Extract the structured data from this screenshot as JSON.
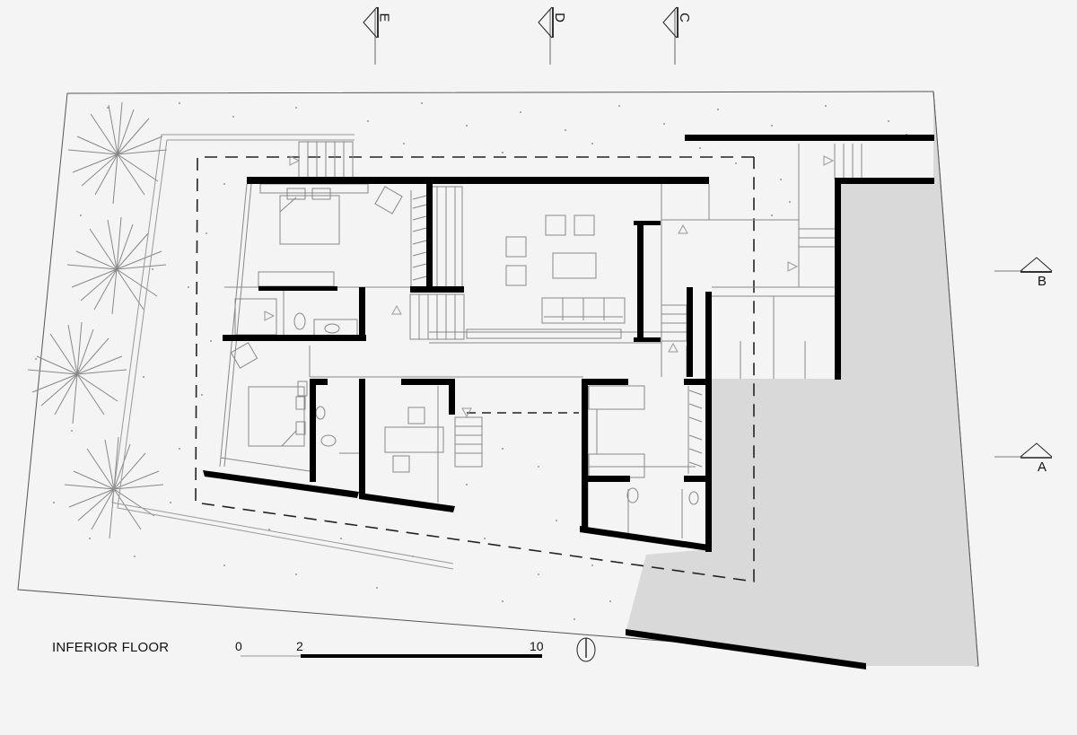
{
  "drawing": {
    "title": "INFERIOR FLOOR",
    "type": "architectural floor plan",
    "colors": {
      "background": "#f4f4f4",
      "wall": "#000000",
      "thin_line": "#8a8a8a",
      "terrain_shade": "#d9d9d9",
      "dash_line": "#222222"
    }
  },
  "scale_bar": {
    "ticks": [
      "0",
      "2",
      "10"
    ]
  },
  "north_arrow": {
    "icon": "north-arrow-icon"
  },
  "section_markers": {
    "top": [
      {
        "label": "E",
        "icon": "section-marker-icon"
      },
      {
        "label": "D",
        "icon": "section-marker-icon"
      },
      {
        "label": "C",
        "icon": "section-marker-icon"
      }
    ],
    "right": [
      {
        "label": "B",
        "icon": "section-marker-icon"
      },
      {
        "label": "A",
        "icon": "section-marker-icon"
      }
    ]
  },
  "rooms": [
    {
      "name": "master-bedroom",
      "furniture": [
        "double-bed",
        "armchair",
        "bench"
      ]
    },
    {
      "name": "master-bathroom",
      "furniture": [
        "toilet",
        "sink",
        "shower"
      ]
    },
    {
      "name": "closet",
      "furniture": [
        "hangers"
      ]
    },
    {
      "name": "living-room",
      "furniture": [
        "armchair",
        "armchair",
        "armchair",
        "armchair",
        "coffee-table",
        "sofa",
        "bench"
      ]
    },
    {
      "name": "bedroom-2",
      "furniture": [
        "double-bed",
        "armchair",
        "bench"
      ]
    },
    {
      "name": "bathroom-2",
      "furniture": [
        "toilet",
        "sink"
      ]
    },
    {
      "name": "study",
      "furniture": [
        "desk",
        "chair",
        "chair"
      ]
    },
    {
      "name": "bedroom-3",
      "furniture": [
        "single-bed",
        "single-bed",
        "closet"
      ]
    },
    {
      "name": "bathroom-3",
      "furniture": [
        "toilet",
        "sink",
        "shower"
      ]
    },
    {
      "name": "stairs",
      "furniture": []
    }
  ],
  "site": {
    "trees": 4,
    "features": [
      "garden-ground",
      "retaining-wall",
      "terrain-slope"
    ]
  }
}
